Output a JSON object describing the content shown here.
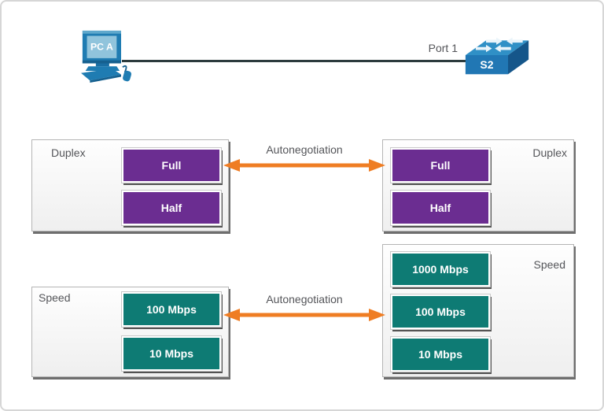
{
  "palette": {
    "duplex_box_color": "#6b2d91",
    "speed_box_color": "#0e7b74",
    "arrow_color": "#ef7d23",
    "device_blue": "#1f7cb2",
    "label_text_color": "#545559"
  },
  "topology": {
    "pc_label": "PC A",
    "port_label": "Port 1",
    "switch_label": "S2"
  },
  "duplex_row": {
    "arrow_label": "Autonegotiation",
    "left_panel": {
      "title": "Duplex",
      "options": [
        "Full",
        "Half"
      ]
    },
    "right_panel": {
      "title": "Duplex",
      "options": [
        "Full",
        "Half"
      ]
    }
  },
  "speed_row": {
    "arrow_label": "Autonegotiation",
    "left_panel": {
      "title": "Speed",
      "options": [
        "100 Mbps",
        "10 Mbps"
      ]
    },
    "right_panel": {
      "title": "Speed",
      "options": [
        "1000 Mbps",
        "100 Mbps",
        "10 Mbps"
      ]
    }
  }
}
